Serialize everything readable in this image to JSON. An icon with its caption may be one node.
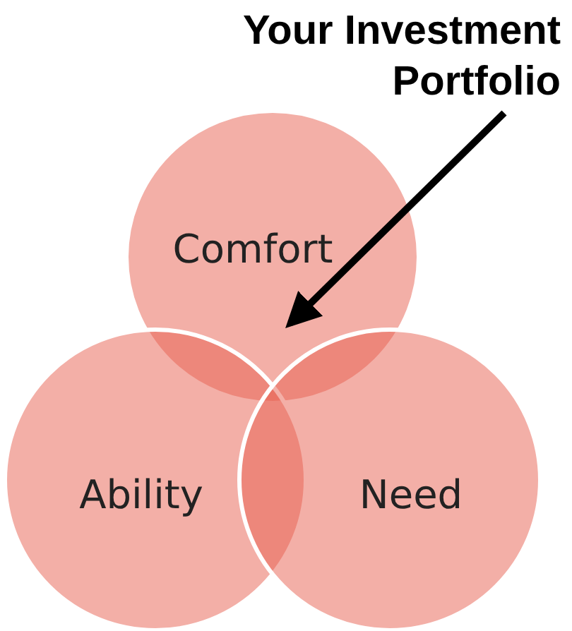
{
  "diagram": {
    "nodes": [
      {
        "text": [
          "Your Investment Portfolio"
        ]
      },
      {
        "text": [
          "Comfort"
        ]
      },
      {
        "text": [
          "Ability"
        ]
      },
      {
        "text": [
          "Need"
        ]
      }
    ],
    "edges": [
      {
        "from": 0,
        "to": 1,
        "arrow": "to"
      }
    ]
  }
}
